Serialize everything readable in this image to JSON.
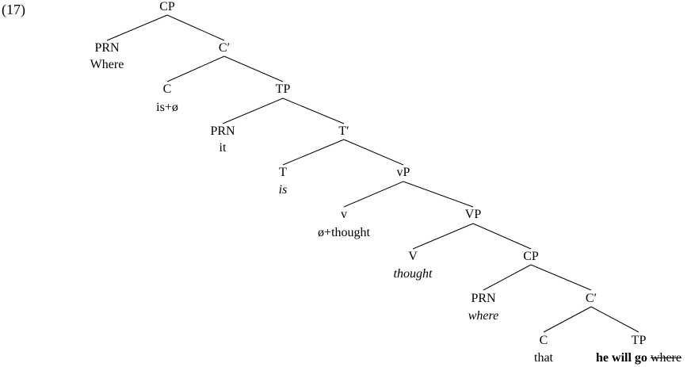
{
  "example_number": "(17)",
  "nodes": {
    "cp1": {
      "label": "CP"
    },
    "prn1": {
      "label": "PRN",
      "word": "Where"
    },
    "cbar1": {
      "label": "C′"
    },
    "c1": {
      "label": "C",
      "word": "is+ø"
    },
    "tp1": {
      "label": "TP"
    },
    "prn2": {
      "label": "PRN",
      "word": "it"
    },
    "tbar": {
      "label": "T′"
    },
    "t": {
      "label": "T",
      "word": "is"
    },
    "vp_small": {
      "label": "vP"
    },
    "v_small": {
      "label": "v",
      "word": "ø+thought"
    },
    "vp": {
      "label": "VP"
    },
    "v": {
      "label": "V",
      "word": "thought"
    },
    "cp2": {
      "label": "CP"
    },
    "prn3": {
      "label": "PRN",
      "word": "where"
    },
    "cbar2": {
      "label": "C′"
    },
    "c2": {
      "label": "C",
      "word": "that"
    },
    "tp2": {
      "label": "TP",
      "words": [
        "he",
        "will",
        "go",
        "where"
      ]
    }
  },
  "tp2_word_styles": [
    "bold",
    "bold",
    "bold",
    "strike"
  ]
}
